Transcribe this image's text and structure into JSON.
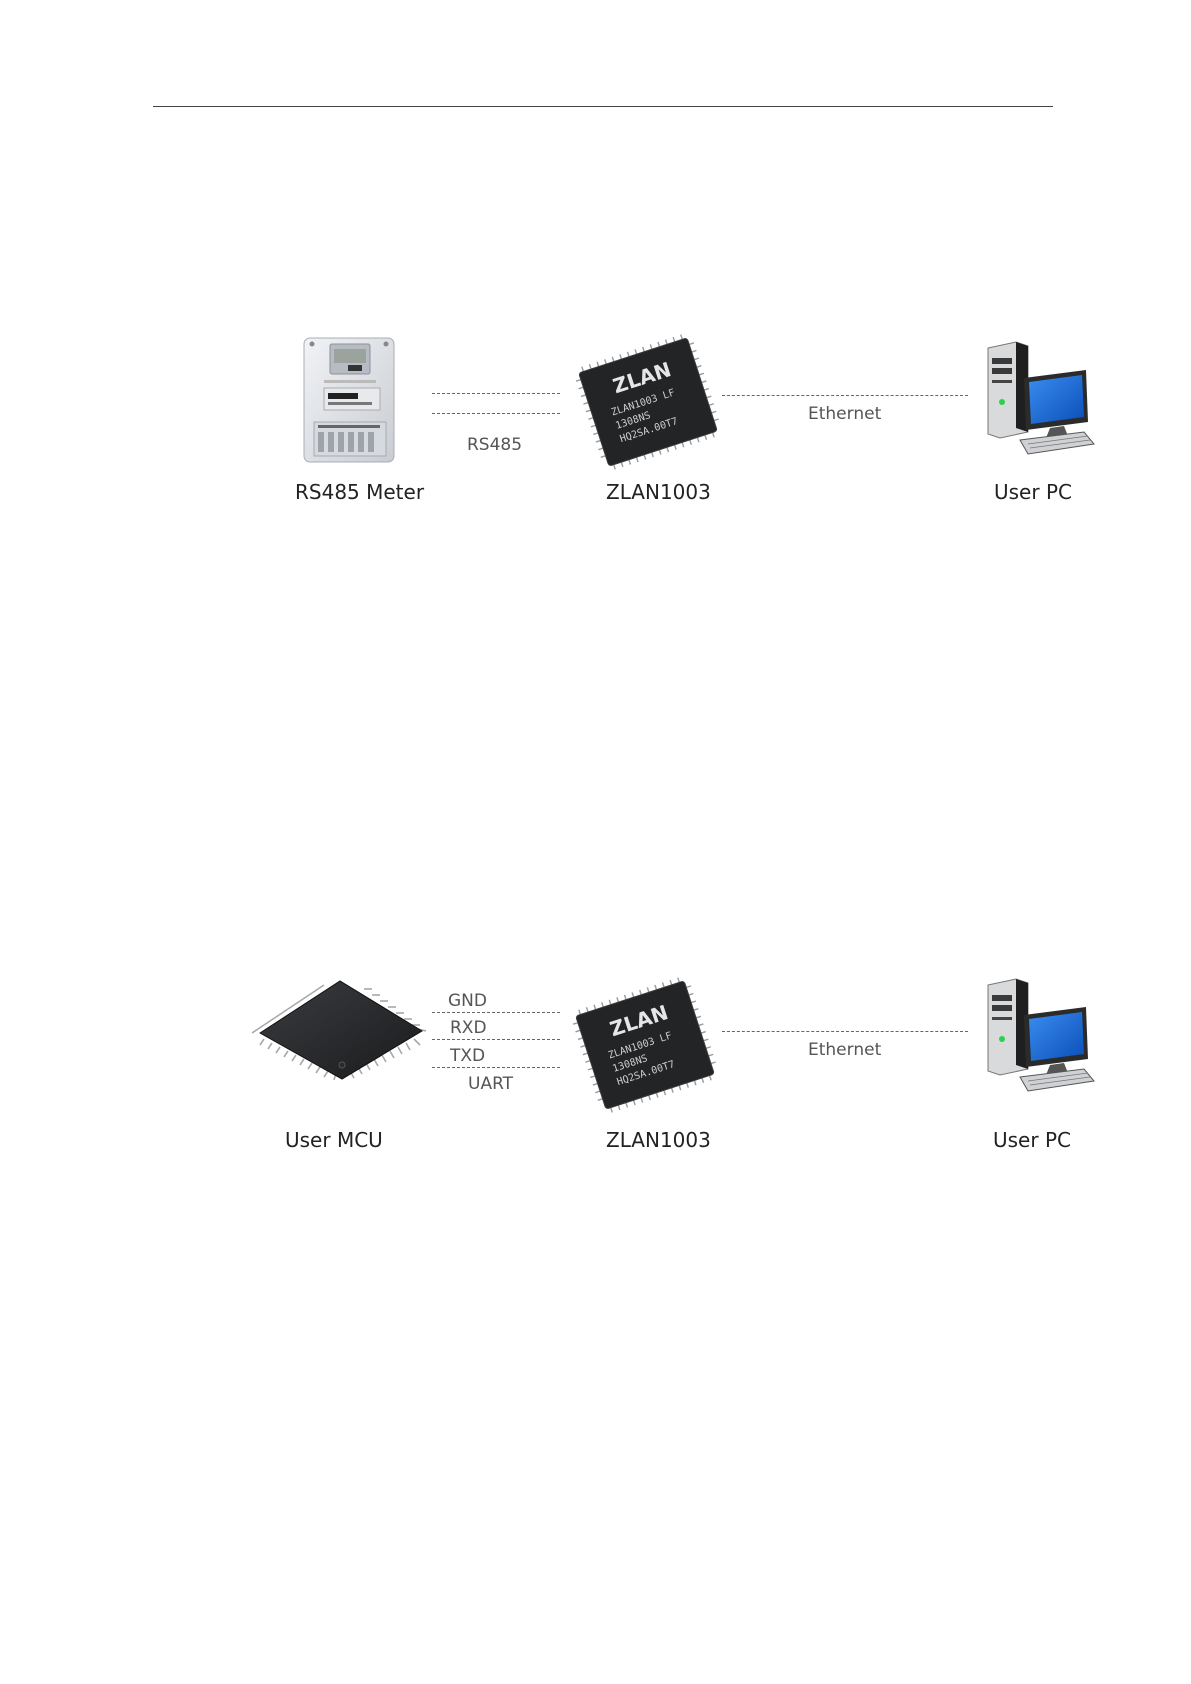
{
  "diagram_1": {
    "device_left": {
      "label": "RS485 Meter",
      "icon": "electric-meter-icon"
    },
    "module": {
      "label": "ZLAN1003",
      "icon": "chip-icon",
      "chip_logo": "ZLAN",
      "chip_lines": [
        "ZLAN1003  LF",
        "1308NS",
        "HQ2SA.00T7"
      ]
    },
    "device_right": {
      "label": "User PC",
      "icon": "desktop-pc-icon"
    },
    "link_left": "RS485",
    "link_right": "Ethernet"
  },
  "diagram_2": {
    "device_left": {
      "label": "User MCU",
      "icon": "mcu-chip-icon"
    },
    "module": {
      "label": "ZLAN1003",
      "icon": "chip-icon",
      "chip_logo": "ZLAN",
      "chip_lines": [
        "ZLAN1003  LF",
        "1308NS",
        "HQ2SA.00T7"
      ]
    },
    "device_right": {
      "label": "User PC",
      "icon": "desktop-pc-icon"
    },
    "signals": [
      "GND",
      "RXD",
      "TXD"
    ],
    "link_left": "UART",
    "link_right": "Ethernet"
  }
}
